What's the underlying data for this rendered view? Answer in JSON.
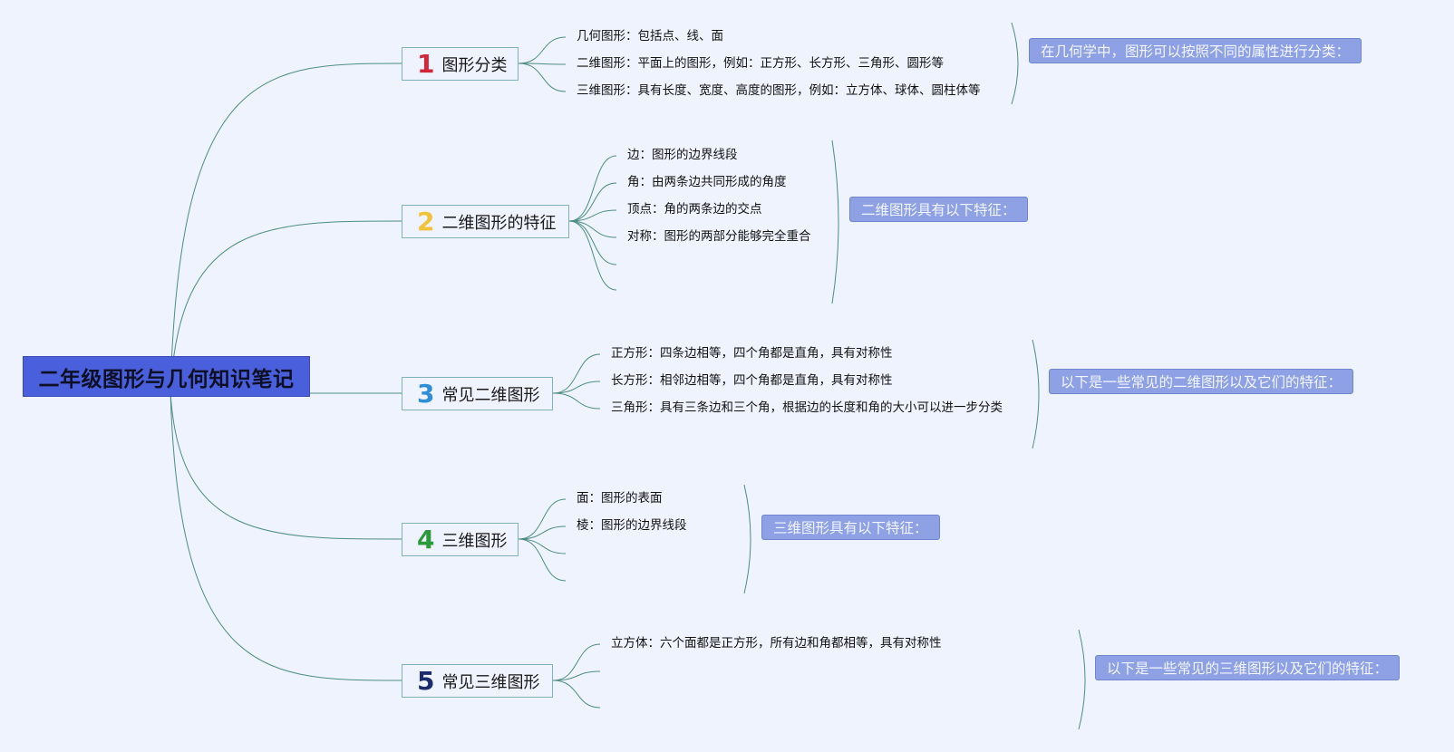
{
  "root": {
    "label": "二年级图形与几何知识笔记"
  },
  "topics": [
    {
      "number": "1",
      "number_color": "#d0283a",
      "label": "图形分类",
      "items": [
        "几何图形：包括点、线、面",
        "二维图形：平面上的图形，例如：正方形、长方形、三角形、圆形等",
        "三维图形：具有长度、宽度、高度的图形，例如：立方体、球体、圆柱体等"
      ],
      "summary": "在几何学中，图形可以按照不同的属性进行分类："
    },
    {
      "number": "2",
      "number_color": "#f1c33a",
      "label": "二维图形的特征",
      "items": [
        "边：图形的边界线段",
        "角：由两条边共同形成的角度",
        "顶点：角的两条边的交点",
        "对称：图形的两部分能够完全重合",
        "",
        ""
      ],
      "summary": "二维图形具有以下特征："
    },
    {
      "number": "3",
      "number_color": "#2f8fd6",
      "label": "常见二维图形",
      "items": [
        "正方形：四条边相等，四个角都是直角，具有对称性",
        "长方形：相邻边相等，四个角都是直角，具有对称性",
        "三角形：具有三条边和三个角，根据边的长度和角的大小可以进一步分类"
      ],
      "summary": "以下是一些常见的二维图形以及它们的特征："
    },
    {
      "number": "4",
      "number_color": "#2c9a3a",
      "label": "三维图形",
      "items": [
        "面：图形的表面",
        "棱：图形的边界线段",
        "",
        ""
      ],
      "summary": "三维图形具有以下特征："
    },
    {
      "number": "5",
      "number_color": "#1c2a6e",
      "label": "常见三维图形",
      "items": [
        "立方体：六个面都是正方形，所有边和角都相等，具有对称性",
        "",
        ""
      ],
      "summary": "以下是一些常见的三维图形以及它们的特征："
    }
  ],
  "colors": {
    "background": "#eef3fd",
    "root_fill": "#4a5fdc",
    "summary_fill": "#8da1e4",
    "connector": "#4e8c84",
    "topic_border": "#7fb0bb"
  }
}
